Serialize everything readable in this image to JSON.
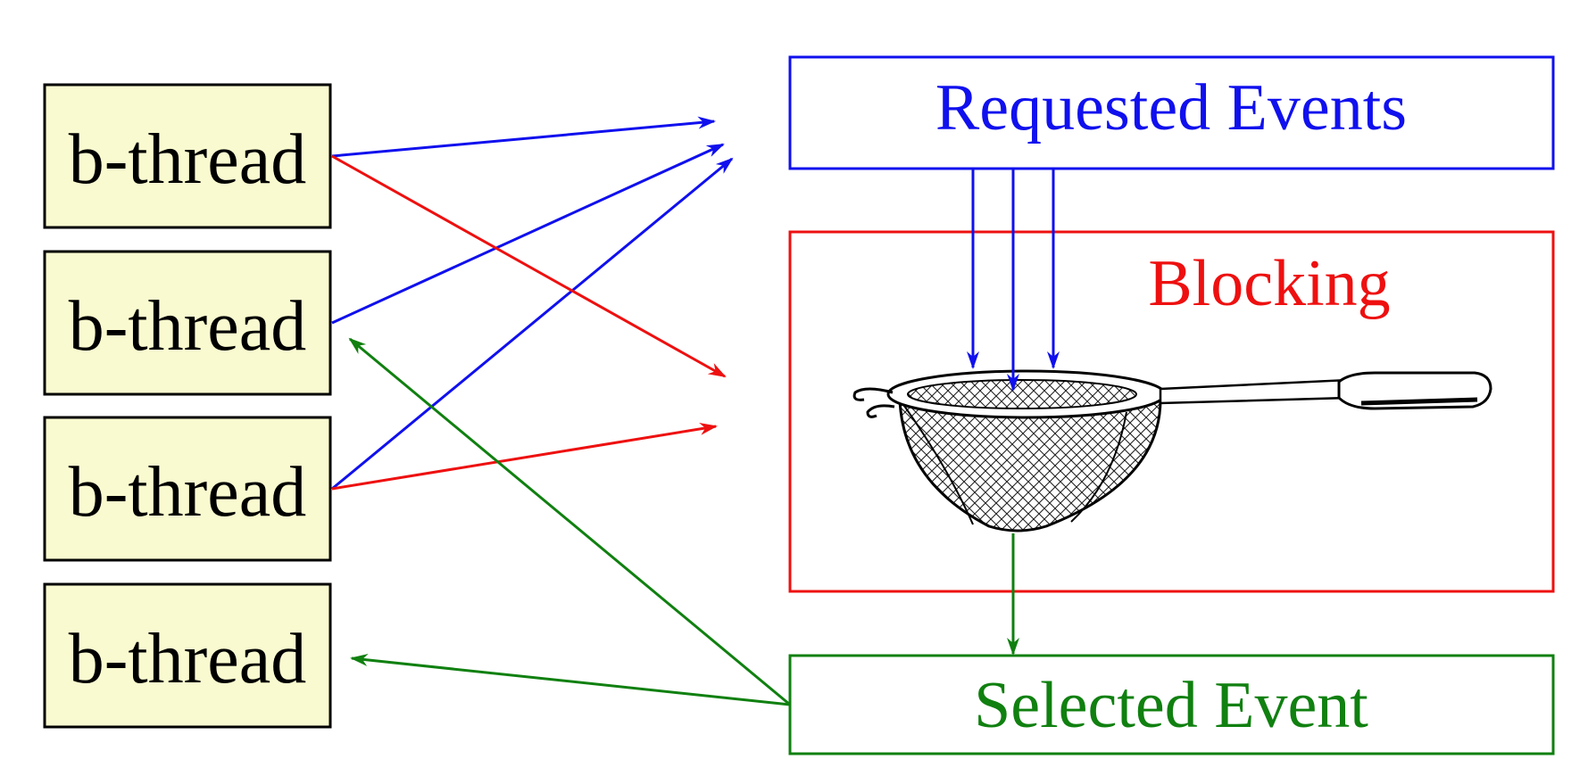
{
  "threads": [
    {
      "label": "b-thread"
    },
    {
      "label": "b-thread"
    },
    {
      "label": "b-thread"
    },
    {
      "label": "b-thread"
    }
  ],
  "requested": {
    "label": "Requested Events"
  },
  "blocking": {
    "label": "Blocking"
  },
  "selected": {
    "label": "Selected Event"
  },
  "colors": {
    "request": "#1010ee",
    "block": "#ee1010",
    "select": "#108010",
    "thread_fill": "#fafad0",
    "black": "#000000"
  },
  "icons": {
    "strainer": "strainer-icon"
  }
}
